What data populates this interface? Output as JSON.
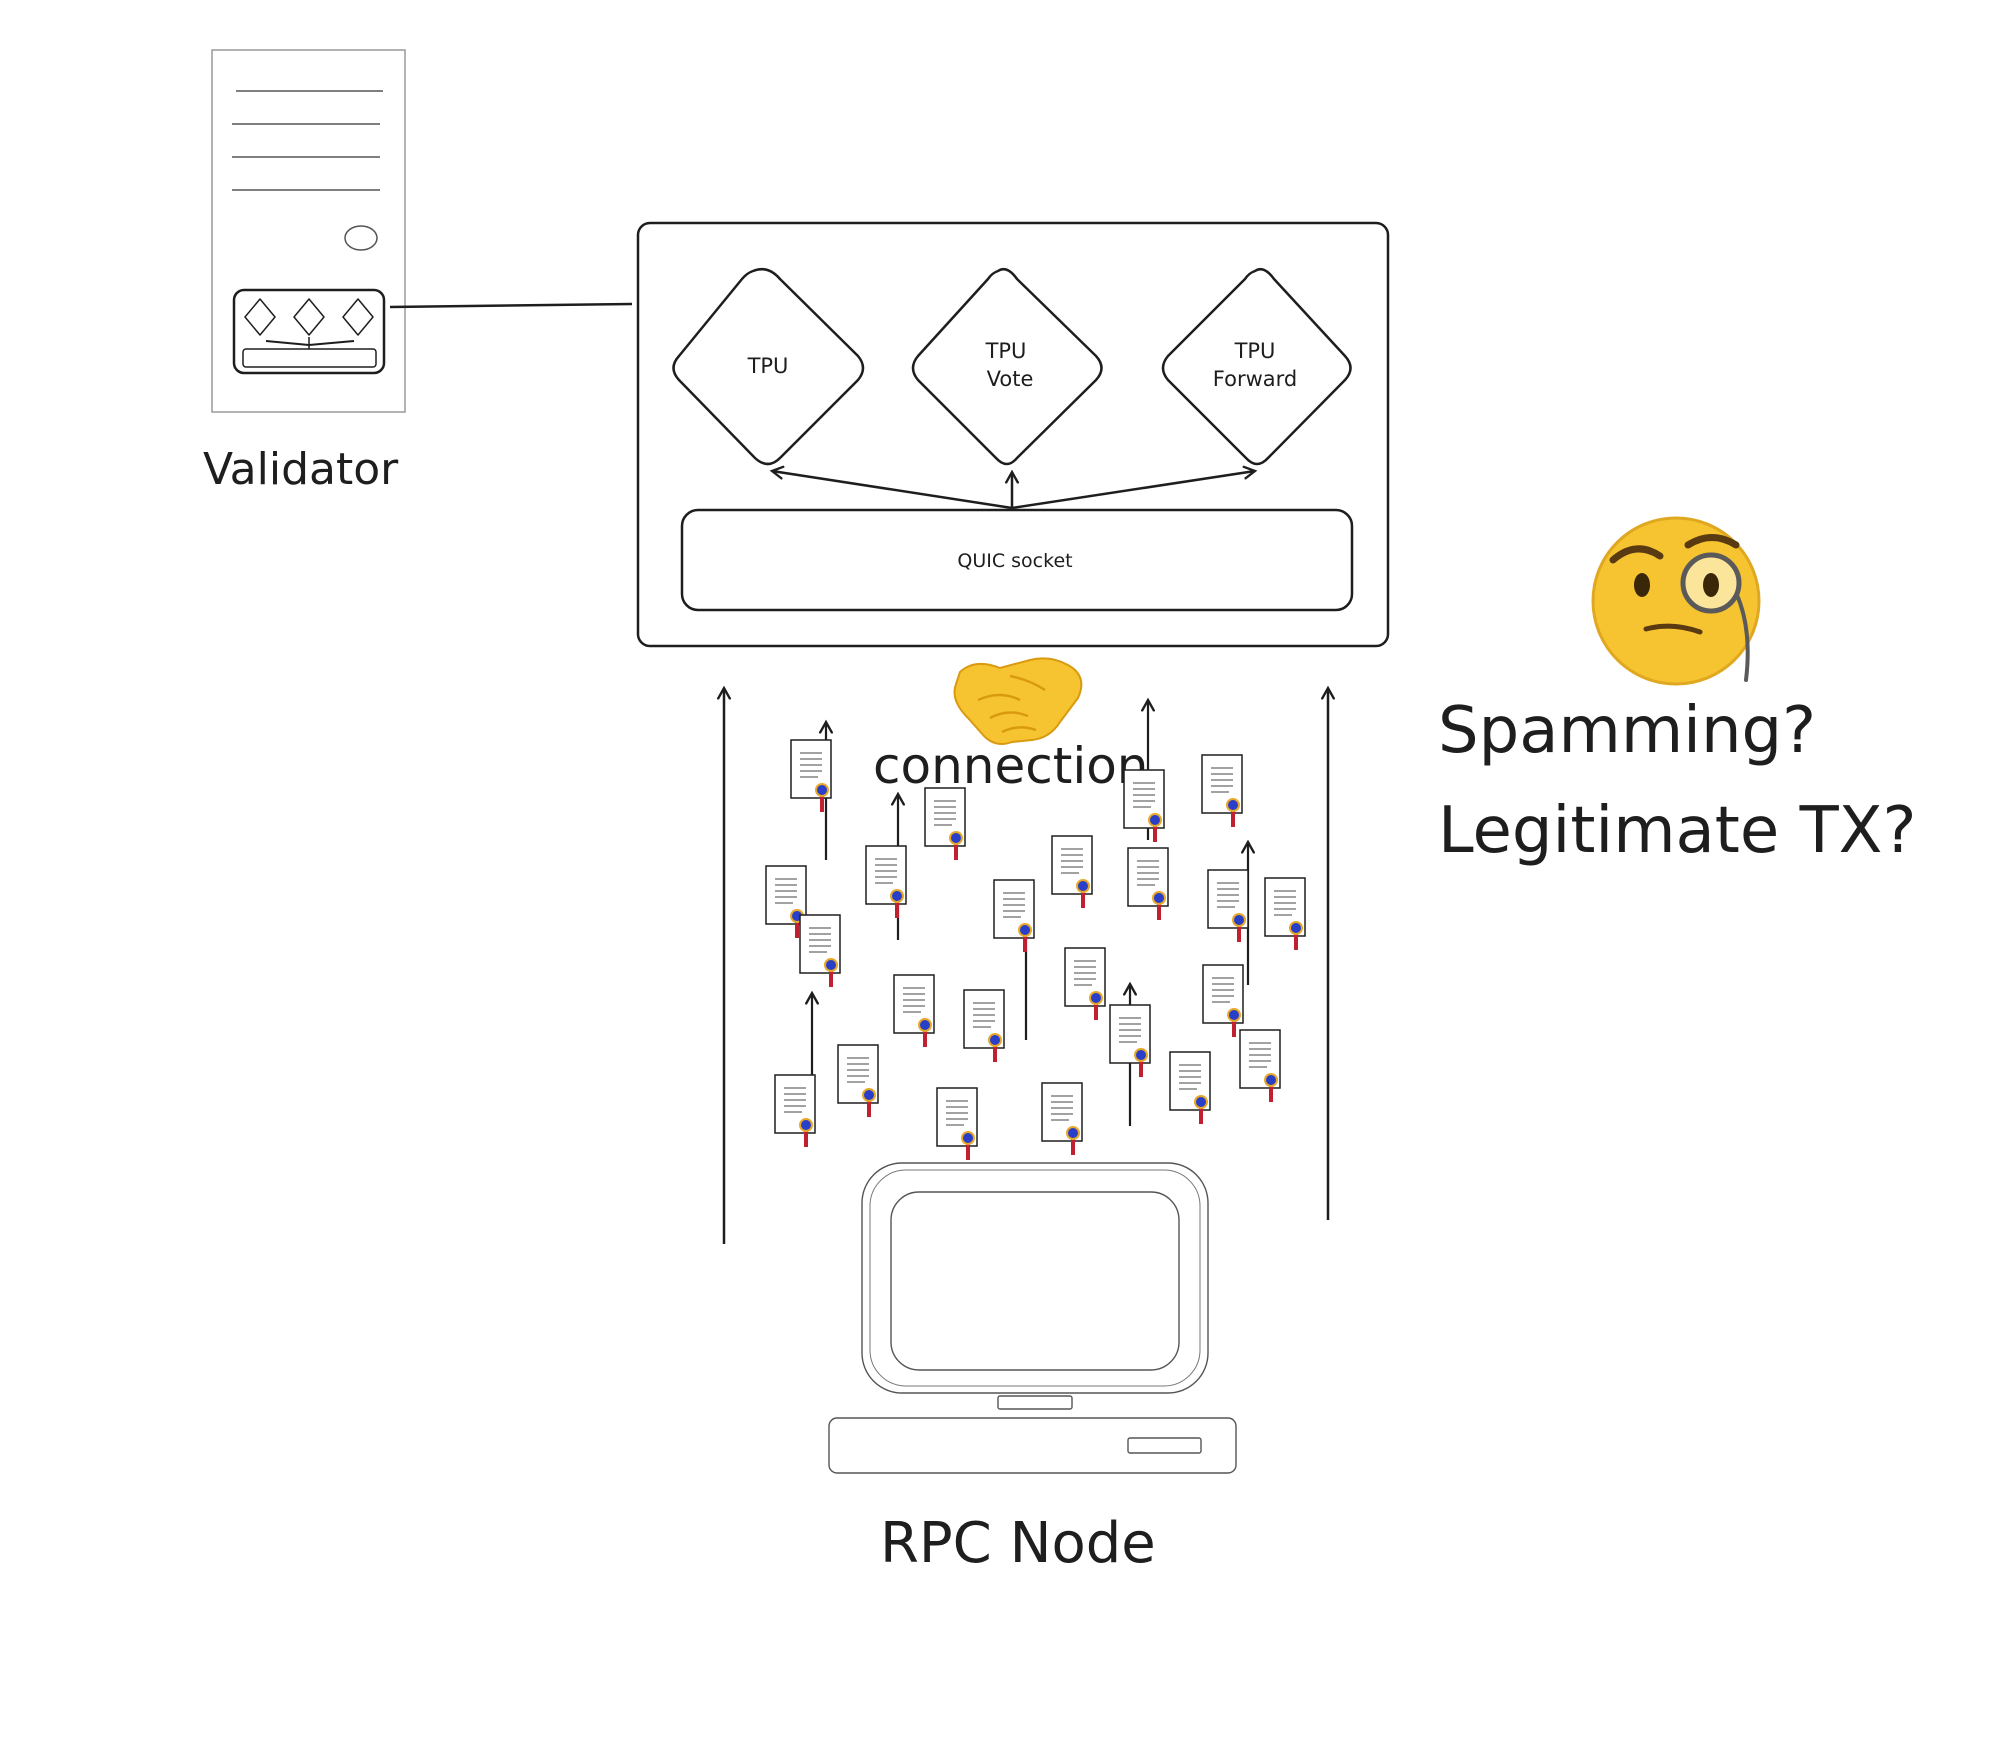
{
  "colors": {
    "ink": "#1e1e1e",
    "paper": "#ffffff",
    "seal_blue": "#2a3fc8",
    "seal_gold": "#e8a92a",
    "ribbon_red": "#c02030",
    "emoji_yellow": "#f6c431"
  },
  "labels": {
    "validator": "Validator",
    "rpc_node": "RPC Node",
    "connection": "connection",
    "quic_socket": "QUIC socket",
    "tpu": "TPU",
    "tpu_vote_line1": "TPU",
    "tpu_vote_line2": "Vote",
    "tpu_forward_line1": "TPU",
    "tpu_forward_line2": "Forward",
    "question_line1": "Spamming?",
    "question_line2": "Legitimate TX?"
  },
  "icons": {
    "validator": "server-tower-icon",
    "rpc_node": "desktop-computer-icon",
    "connection": "handshake-emoji",
    "question": "face-with-monocle-emoji",
    "transaction": "certificate-document-icon"
  }
}
